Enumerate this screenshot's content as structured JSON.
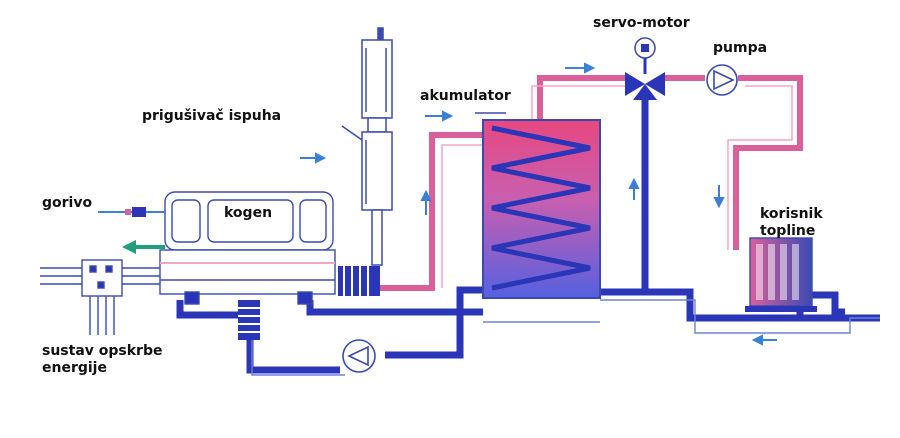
{
  "labels": {
    "servo_motor": "servo-motor",
    "pumpa": "pumpa",
    "akumulator": "akumulator",
    "prigusivac": "prigušivač ispuha",
    "gorivo": "gorivo",
    "kogen": "kogen",
    "korisnik_line1": "korisnik",
    "korisnik_line2": "topline",
    "sustav_line1": "sustav opskrbe",
    "sustav_line2": "energije"
  },
  "colors": {
    "hot_line": "#d9609a",
    "hot_line_light": "#f2a6c6",
    "cold_line": "#2a35b8",
    "arrow": "#3b7fd6",
    "outline": "#3a4ab0",
    "green_arrow": "#1e9e7a"
  }
}
